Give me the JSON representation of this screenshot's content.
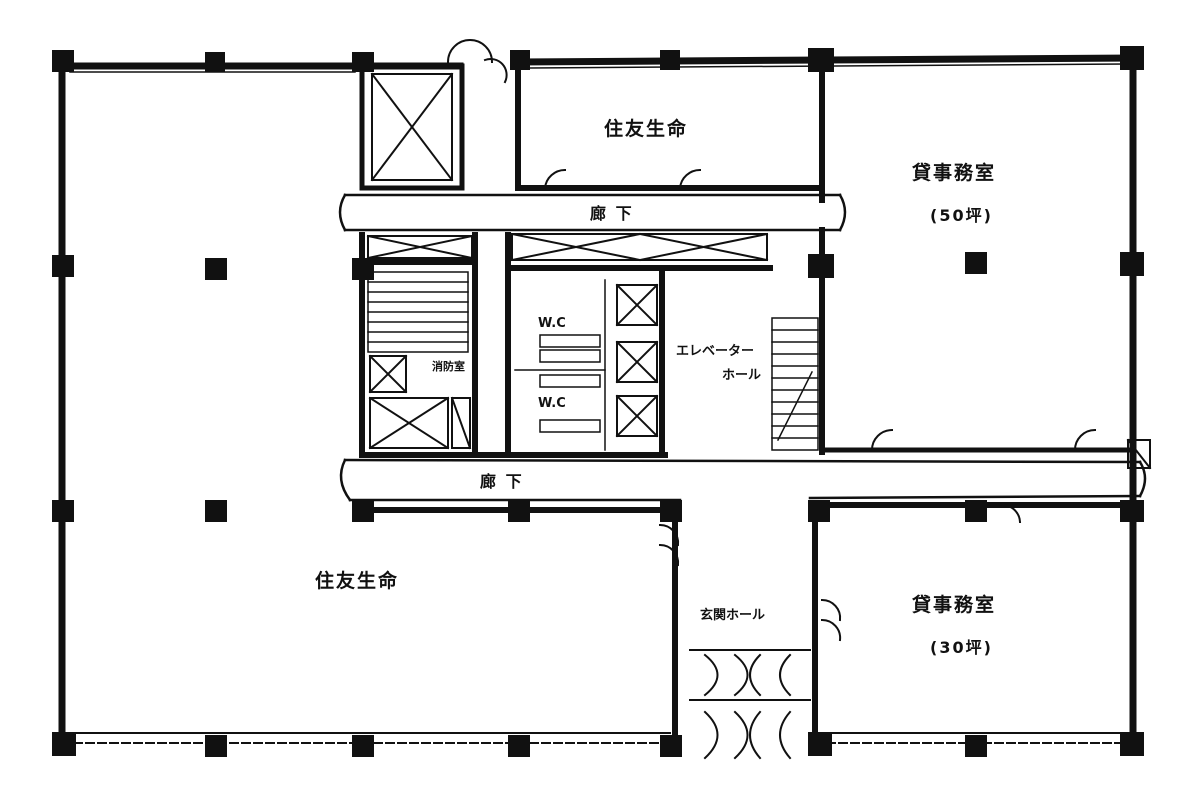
{
  "rooms": {
    "sumitomo_top": "住友生命",
    "sumitomo_main": "住友生命",
    "rental_office_large": "貸事務室",
    "rental_office_large_area": "(50坪)",
    "rental_office_small": "貸事務室",
    "rental_office_small_area": "(30坪)",
    "corridor_upper": "廊 下",
    "corridor_lower": "廊 下",
    "elevator_hall_line1": "エレベーター",
    "elevator_hall_line2": "ホール",
    "entrance_hall": "玄関ホール",
    "wc_upper": "W.C",
    "wc_lower": "W.C",
    "storage": "消防室"
  },
  "colors": {
    "ink": "#111111",
    "paper": "#ffffff"
  }
}
